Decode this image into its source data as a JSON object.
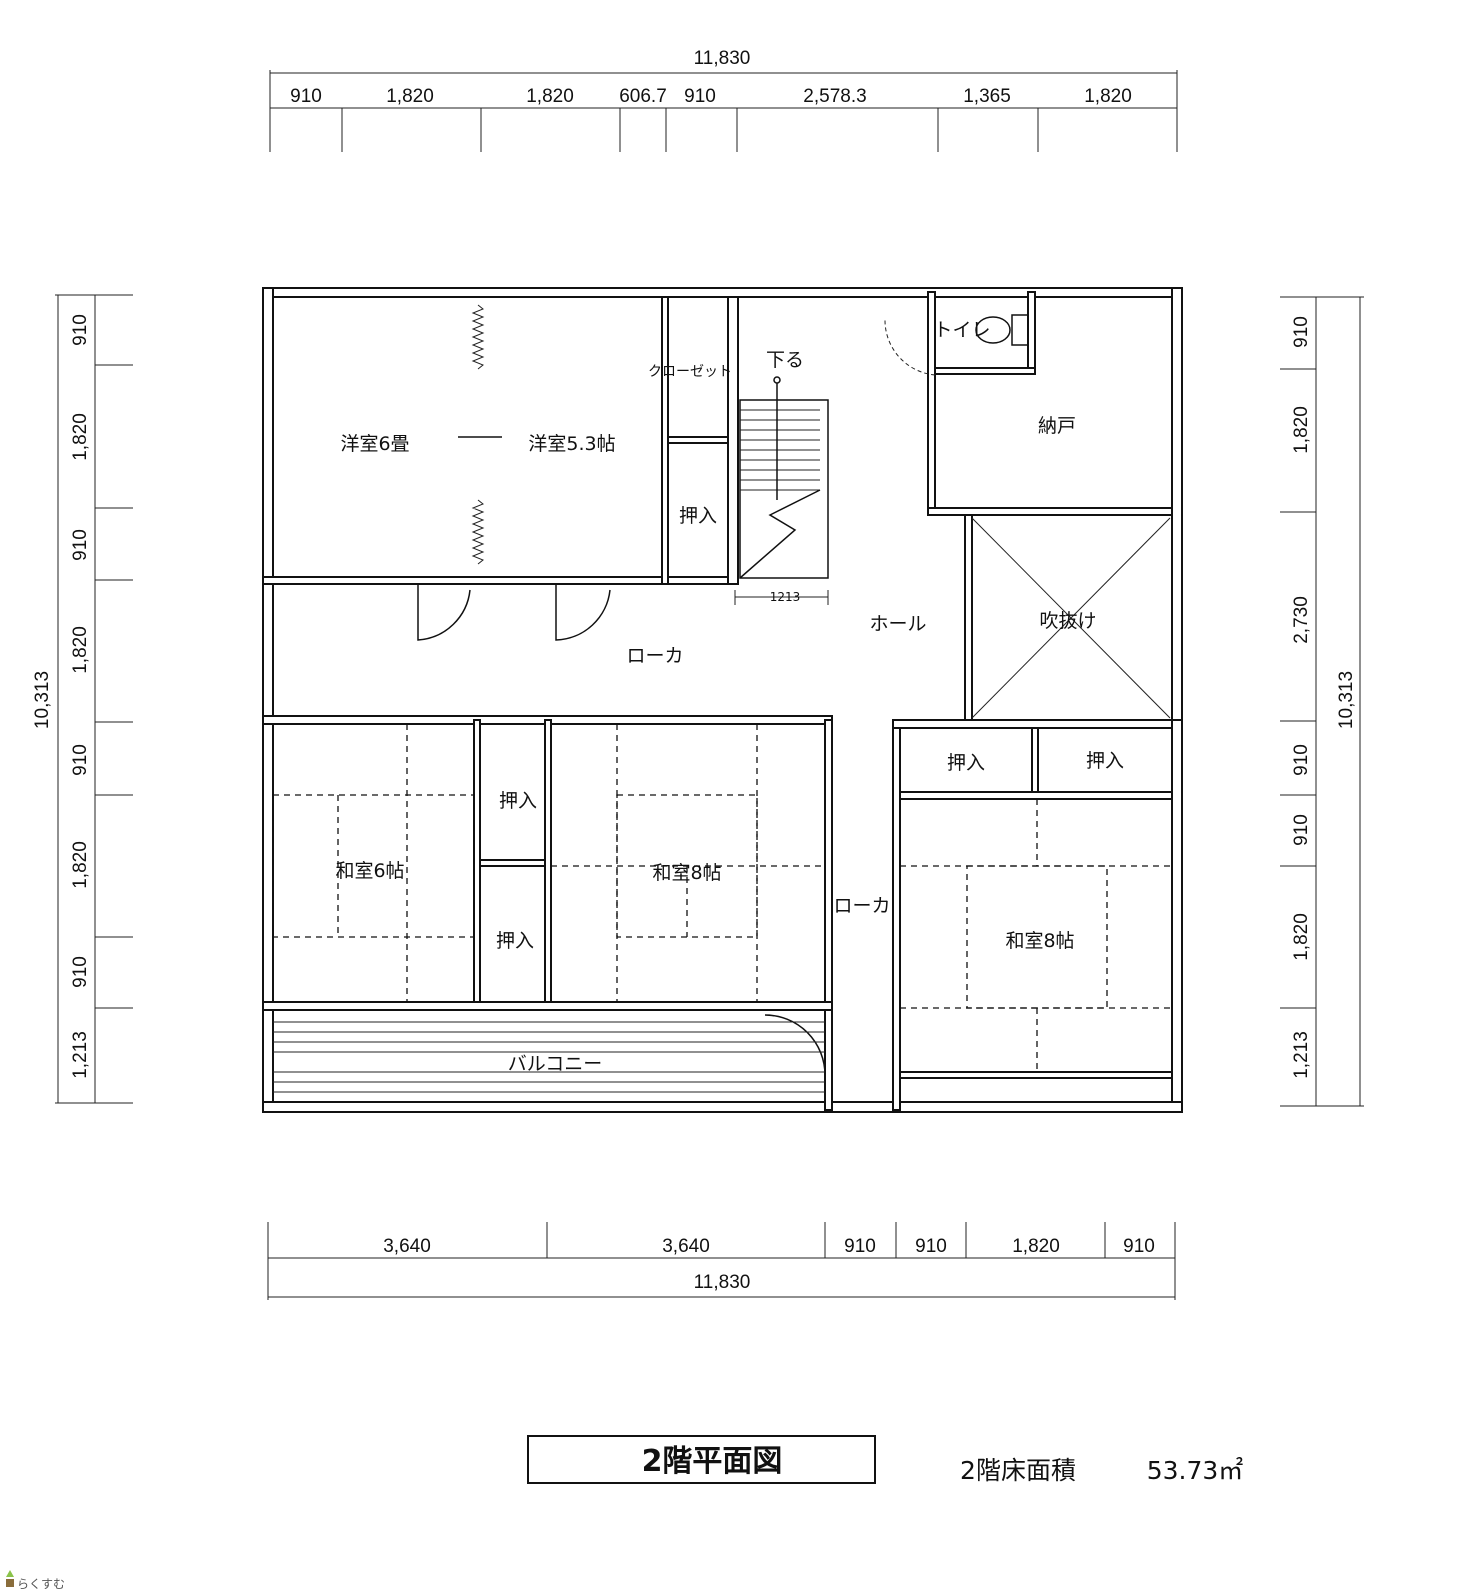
{
  "dimensions": {
    "top_total": "11,830",
    "top": [
      "910",
      "1,820",
      "1,820",
      "606.7",
      "910",
      "2,578.3",
      "1,365",
      "1,820"
    ],
    "bottom": [
      "3,640",
      "3,640",
      "910",
      "910",
      "1,820",
      "910"
    ],
    "bottom_total": "11,830",
    "left": [
      "910",
      "1,820",
      "910",
      "1,820",
      "910",
      "1,820",
      "910",
      "1,213"
    ],
    "left_total": "10,313",
    "right": [
      "910",
      "1,820",
      "2,730",
      "910",
      "910",
      "1,820",
      "1,213"
    ],
    "right_total": "10,313",
    "stair_width": "1213"
  },
  "rooms": {
    "western_6": "洋室6畳",
    "western_53": "洋室5.3帖",
    "closet": "クローゼット",
    "oshiire_top": "押入",
    "down": "下る",
    "hall": "ホール",
    "corridor_upper": "ローカ",
    "toilet": "トイレ",
    "storage": "納戸",
    "void": "吹抜け",
    "japanese_6": "和室6帖",
    "oshiire_mid1": "押入",
    "oshiire_mid2": "押入",
    "japanese_8_center": "和室8帖",
    "corridor_lower": "ローカ",
    "oshiire_right1": "押入",
    "oshiire_right2": "押入",
    "japanese_8_right": "和室8帖",
    "balcony": "バルコニー"
  },
  "footer": {
    "title": "2階平面図",
    "area_label": "2階床面積",
    "area_value": "53.73㎡",
    "logo": "らくすむ"
  }
}
